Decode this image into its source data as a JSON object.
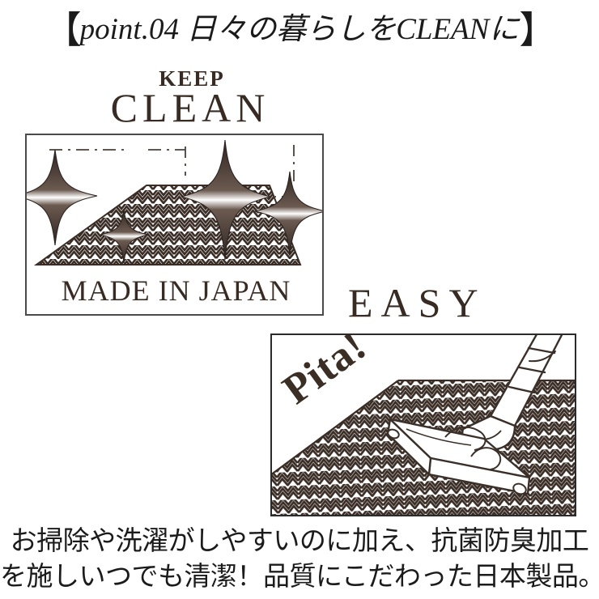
{
  "header": {
    "bracket_open": "【",
    "bracket_close": "】",
    "text": "point.04 日々の暮らしをCLEANに"
  },
  "labels": {
    "keep": "KEEP",
    "clean": "CLEAN",
    "easy": "EASY"
  },
  "panels": {
    "made_in_japan": {
      "caption": "MADE IN JAPAN",
      "illustration": "herringbone-rug-with-sparkles"
    },
    "easy_clean": {
      "onomatopoeia": "Pita!",
      "illustration": "vacuum-nozzle-on-herringbone-rug"
    }
  },
  "caption": {
    "line1": "お掃除や洗濯がしやすいのに加え、抗菌防臭加工",
    "line2": "を施しいつでも清潔！品質にこだわった日本製品。"
  },
  "colors": {
    "ink": "#372b23",
    "text": "#1b1b1b",
    "panel_border": "#4a4a4a",
    "pattern": "#3a2d26",
    "background": "#ffffff"
  }
}
